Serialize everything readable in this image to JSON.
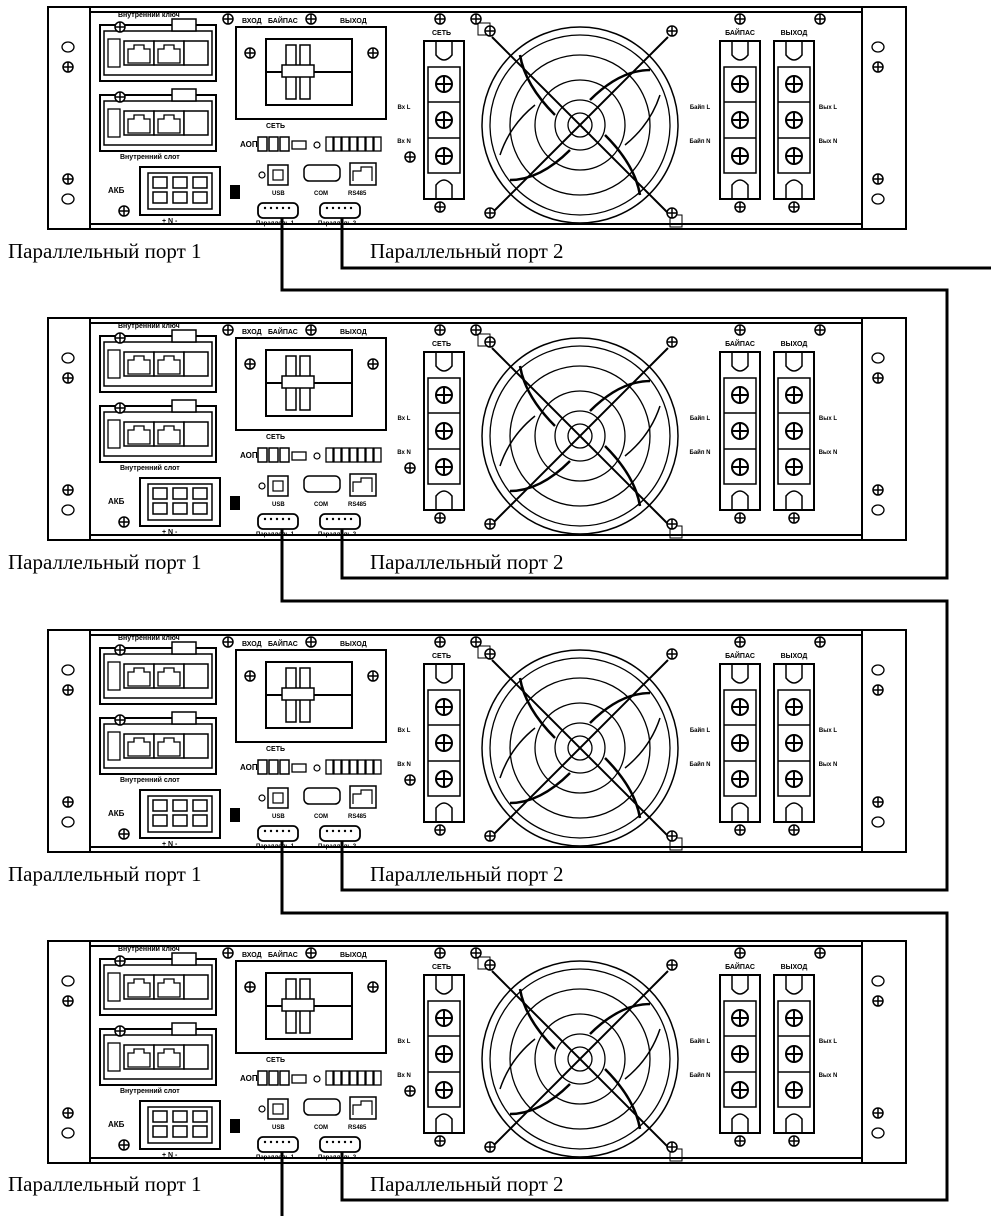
{
  "port_labels": {
    "port1": "Параллельный порт 1",
    "port2": "Параллельный порт 2"
  },
  "unit_labels": {
    "internal_top": "Внутренний ключ",
    "internal_bottom": "Внутренний слот",
    "bypass_top": "БАЙПАС",
    "output_top": "ВЫХОД",
    "in_top": "ВХОД",
    "battery": "АКБ",
    "input_switch": "СЕТЬ",
    "bypass_section": "БАЙПАС",
    "output_section": "ВЫХОД",
    "mains_block": "СЕТЬ",
    "term_input_l": "Вх L",
    "term_input_n": "Вх N",
    "term_bypass_l": "Байп L",
    "term_bypass_n": "Байп N",
    "term_output_l": "Вых L",
    "term_output_n": "Вых N",
    "epo": "АОП",
    "usb": "USB",
    "com": "COM",
    "rs485": "RS485",
    "parallel1": "Параллель 1",
    "parallel2": "Параллель 2",
    "battery_polarity": "+ N -"
  },
  "units_count": 4,
  "colors": {
    "line": "#000000",
    "background": "#ffffff"
  }
}
